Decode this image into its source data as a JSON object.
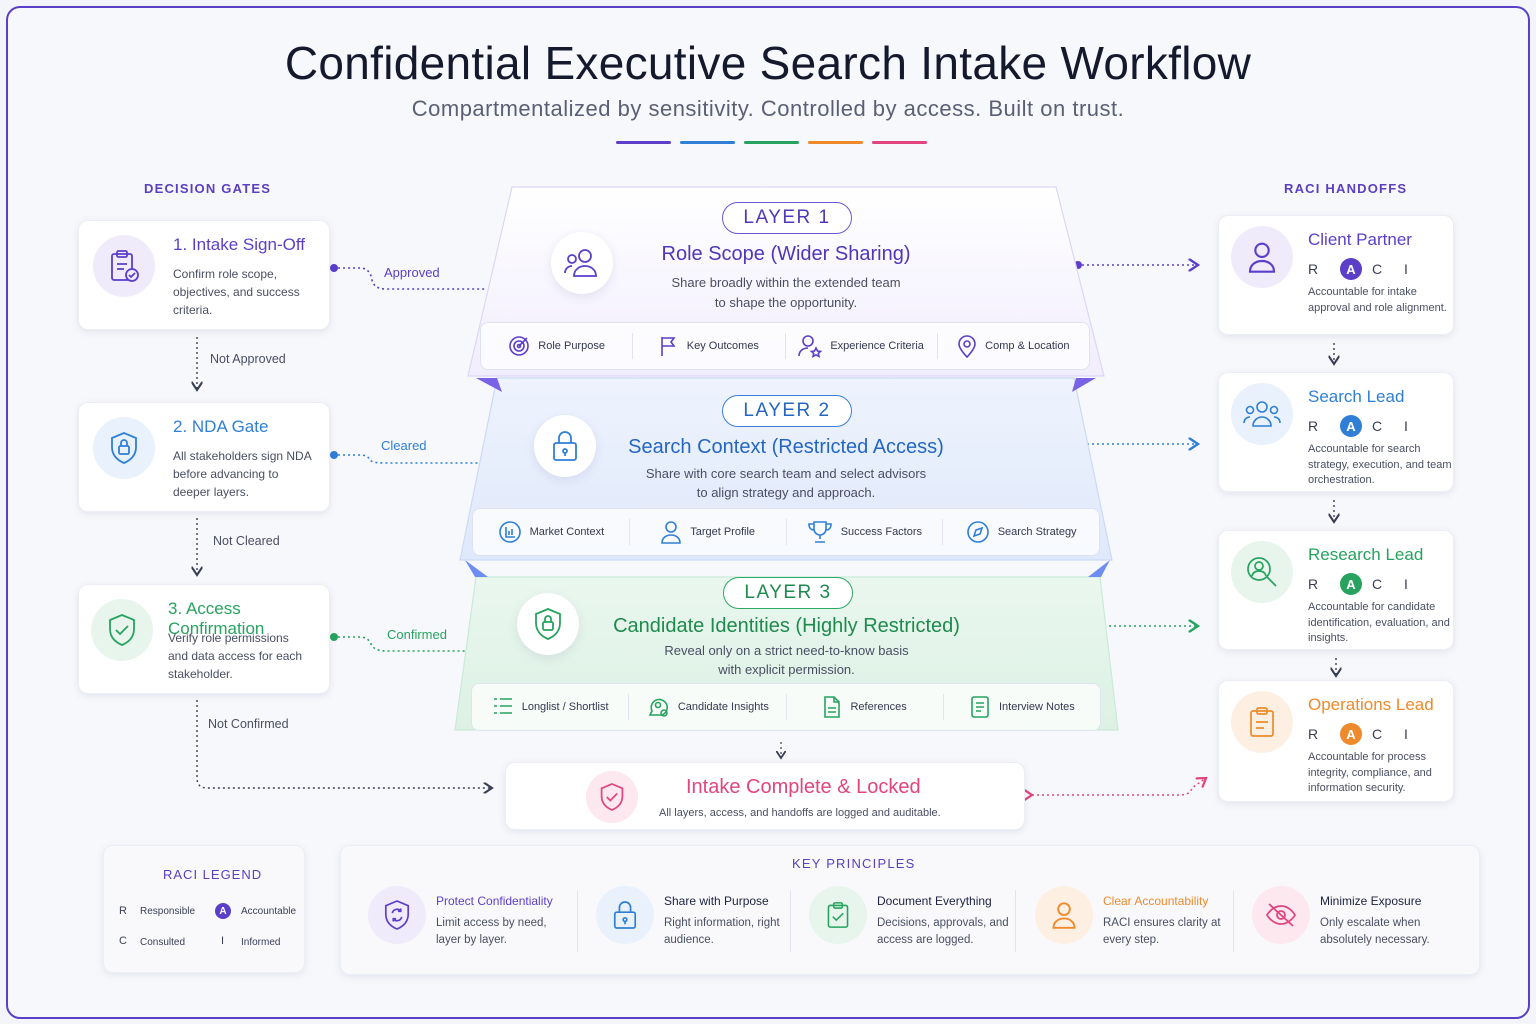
{
  "title": "Confidential Executive Search Intake Workflow",
  "subtitle": "Compartmentalized by sensitivity. Controlled by access. Built on trust.",
  "accent_colors": [
    "#5b3fc9",
    "#2f7fd6",
    "#27a35f",
    "#ee8a2c",
    "#e2457e"
  ],
  "decision_gates": {
    "label": "DECISION GATES",
    "gates": [
      {
        "title": "1. Intake Sign-Off",
        "desc": "Confirm role scope, objectives, and success criteria.",
        "pass_label": "Approved",
        "fail_label": "Not Approved",
        "icon": "clipboard-check-icon",
        "color": "#5b3fc9"
      },
      {
        "title": "2. NDA Gate",
        "desc": "All stakeholders sign NDA before advancing to deeper layers.",
        "pass_label": "Cleared",
        "fail_label": "Not Cleared",
        "icon": "shield-lock-icon",
        "color": "#2f7fd6"
      },
      {
        "title": "3. Access Confirmation",
        "desc": "Verify role permissions and data access for each stakeholder.",
        "pass_label": "Confirmed",
        "fail_label": "Not Confirmed",
        "icon": "shield-check-icon",
        "color": "#27a35f"
      }
    ]
  },
  "layers": [
    {
      "badge": "LAYER 1",
      "title": "Role Scope (Wider Sharing)",
      "desc_line1": "Share broadly within the extended team",
      "desc_line2": "to shape the opportunity.",
      "icon": "users-icon",
      "color": "#5b3fc9",
      "chips": [
        {
          "label": "Role Purpose",
          "icon": "target-icon"
        },
        {
          "label": "Key Outcomes",
          "icon": "flag-icon"
        },
        {
          "label": "Experience Criteria",
          "icon": "user-star-icon"
        },
        {
          "label": "Comp & Location",
          "icon": "map-pin-icon"
        }
      ]
    },
    {
      "badge": "LAYER 2",
      "title": "Search Context (Restricted Access)",
      "desc_line1": "Share with core search team and select advisors",
      "desc_line2": "to align strategy and approach.",
      "icon": "padlock-icon",
      "color": "#2f7fd6",
      "chips": [
        {
          "label": "Market Context",
          "icon": "chart-icon"
        },
        {
          "label": "Target Profile",
          "icon": "user-icon"
        },
        {
          "label": "Success Factors",
          "icon": "trophy-icon"
        },
        {
          "label": "Search Strategy",
          "icon": "compass-icon"
        }
      ]
    },
    {
      "badge": "LAYER 3",
      "title": "Candidate Identities (Highly Restricted)",
      "desc_line1": "Reveal only on a strict need-to-know basis",
      "desc_line2": "with explicit permission.",
      "icon": "shield-lock-icon",
      "color": "#27a35f",
      "chips": [
        {
          "label": "Longlist / Shortlist",
          "icon": "list-icon"
        },
        {
          "label": "Candidate Insights",
          "icon": "user-insight-icon"
        },
        {
          "label": "References",
          "icon": "document-icon"
        },
        {
          "label": "Interview Notes",
          "icon": "notes-icon"
        }
      ]
    }
  ],
  "final": {
    "title": "Intake Complete & Locked",
    "desc": "All layers, access, and handoffs are logged and auditable.",
    "color": "#e2457e",
    "icon": "shield-check-icon"
  },
  "raci_handoffs": {
    "label": "RACI HANDOFFS",
    "letters": [
      "R",
      "A",
      "C",
      "I"
    ],
    "roles": [
      {
        "title": "Client Partner",
        "desc": "Accountable for intake approval and role alignment.",
        "color": "#5b3fc9",
        "icon": "user-icon"
      },
      {
        "title": "Search Lead",
        "desc": "Accountable for search strategy, execution, and team orchestration.",
        "color": "#2f7fd6",
        "icon": "team-icon"
      },
      {
        "title": "Research Lead",
        "desc": "Accountable for candidate identification, evaluation, and insights.",
        "color": "#27a35f",
        "icon": "search-user-icon"
      },
      {
        "title": "Operations Lead",
        "desc": "Accountable for process integrity, compliance, and information security.",
        "color": "#ee8a2c",
        "icon": "clipboard-icon"
      }
    ]
  },
  "legend": {
    "label": "RACI LEGEND",
    "items": [
      {
        "letter": "R",
        "text": "Responsible"
      },
      {
        "letter": "A",
        "text": "Accountable"
      },
      {
        "letter": "C",
        "text": "Consulted"
      },
      {
        "letter": "I",
        "text": "Informed"
      }
    ]
  },
  "principles": {
    "label": "KEY PRINCIPLES",
    "items": [
      {
        "title": "Protect Confidentiality",
        "desc": "Limit access by need, layer by layer.",
        "color": "#5b3fc9",
        "icon": "shield-refresh-icon"
      },
      {
        "title": "Share with Purpose",
        "desc": "Right information, right audience.",
        "color": "#2f7fd6",
        "icon": "padlock-icon"
      },
      {
        "title": "Document Everything",
        "desc": "Decisions, approvals, and access are logged.",
        "color": "#27a35f",
        "icon": "clipboard-check-icon"
      },
      {
        "title": "Clear Accountability",
        "desc": "RACI ensures clarity at every step.",
        "color": "#ee8a2c",
        "icon": "user-icon"
      },
      {
        "title": "Minimize Exposure",
        "desc": "Only escalate when absolutely necessary.",
        "color": "#e2457e",
        "icon": "eye-off-icon"
      }
    ]
  }
}
